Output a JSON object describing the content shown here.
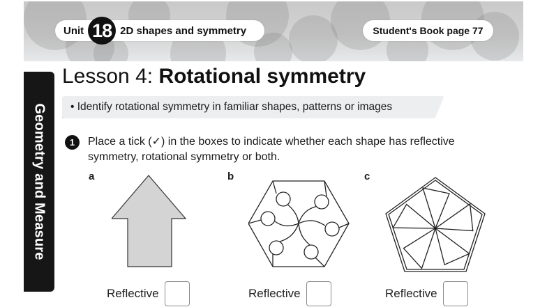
{
  "header": {
    "unit_prefix": "Unit",
    "unit_number": "18",
    "unit_title": "2D shapes and symmetry",
    "book_reference": "Student's Book page 77"
  },
  "side_tab": {
    "label": "Geometry and Measure"
  },
  "lesson": {
    "prefix": "Lesson 4: ",
    "title": "Rotational symmetry",
    "objective": "• Identify rotational symmetry in familiar shapes, patterns or images"
  },
  "question": {
    "number": "1",
    "text": "Place a tick (✓) in the boxes to indicate whether each shape has reflective symmetry, rotational symmetry or both."
  },
  "shapes": [
    {
      "label": "a",
      "description": "arrow pointing up",
      "checkbox_label": "Reflective"
    },
    {
      "label": "b",
      "description": "hexagon with six circles on curved spokes",
      "checkbox_label": "Reflective"
    },
    {
      "label": "c",
      "description": "pentagon with five kite segments",
      "checkbox_label": "Reflective"
    }
  ],
  "colors": {
    "tab": "#161616",
    "shape_fill": "#d4d4d4",
    "objective_bg": "#eceef0"
  }
}
